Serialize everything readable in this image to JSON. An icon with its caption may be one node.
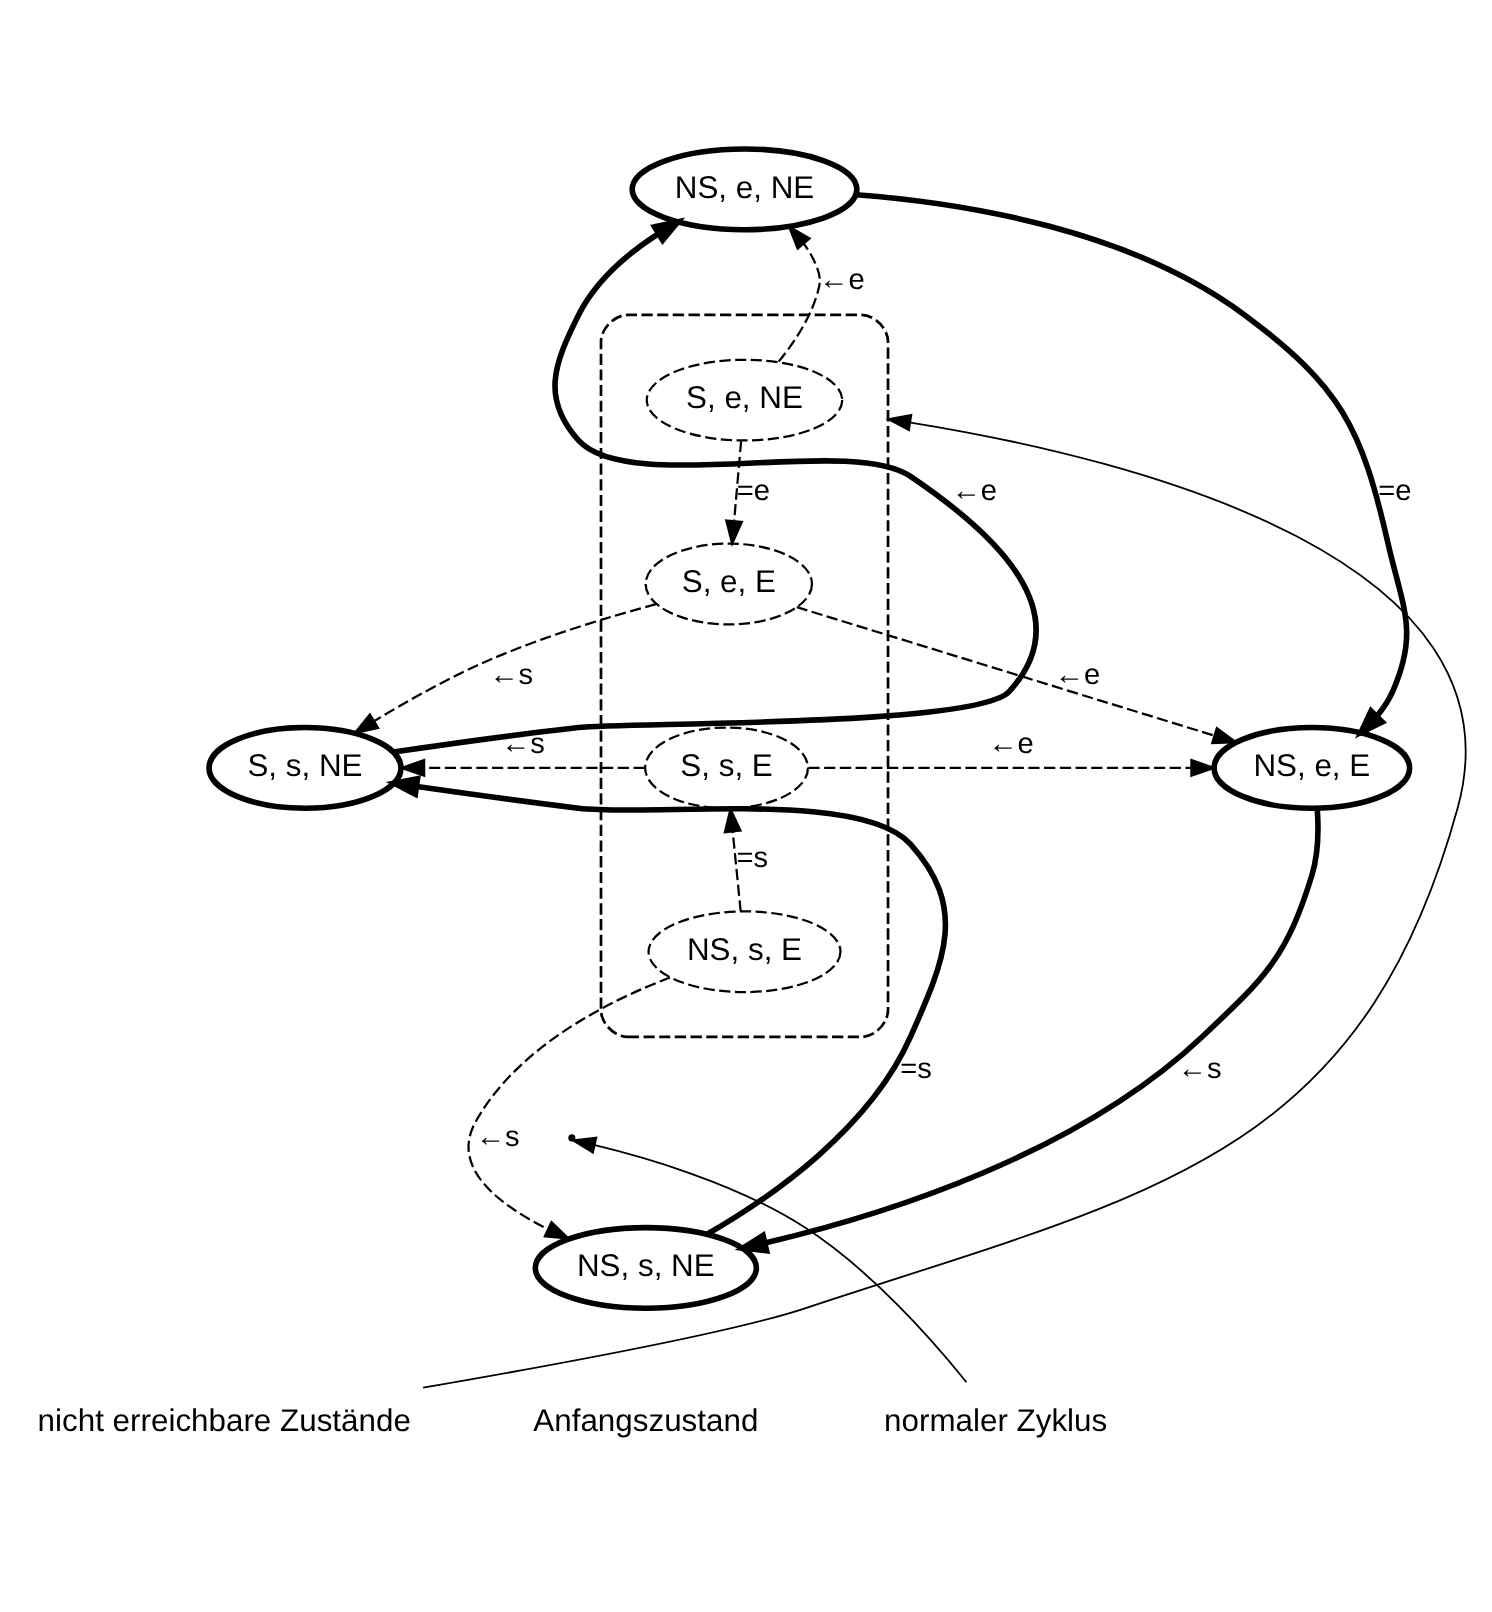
{
  "diagram": {
    "nodes": [
      {
        "text": [
          "NS, e, NE"
        ]
      },
      {
        "text": [
          "S, s, NE"
        ]
      },
      {
        "text": [
          "NS, e, E"
        ]
      },
      {
        "text": [
          "NS, s, NE"
        ],
        "beside": [
          "Anfangszustand"
        ]
      },
      {
        "text": [],
        "shape": "ellipse"
      },
      {
        "text": [
          "S, e, NE"
        ],
        "in": 4
      },
      {
        "text": [
          "S, e, E"
        ],
        "in": 4
      },
      {
        "text": [
          "S, s, E"
        ],
        "in": 4
      },
      {
        "text": [
          "NS, s, E"
        ],
        "in": 4
      },
      {
        "text": [
          "normaler Zyklus"
        ]
      },
      {
        "text": [
          "nicht erreichbare Zustände"
        ]
      }
    ],
    "edges": [
      {
        "from": 3,
        "to": 1,
        "arrow": "to",
        "label": "=s",
        "style": "thick"
      },
      {
        "from": 1,
        "to": 0,
        "arrow": "to",
        "label": "←e",
        "style": "thick"
      },
      {
        "from": 0,
        "to": 2,
        "arrow": "to",
        "label": "=e",
        "style": "thick"
      },
      {
        "from": 2,
        "to": 3,
        "arrow": "to",
        "label": "←s",
        "style": "thick"
      },
      {
        "from": 5,
        "to": 0,
        "arrow": "to",
        "label": "←e",
        "style": "dashed"
      },
      {
        "from": 5,
        "to": 6,
        "arrow": "to",
        "label": "=e",
        "style": "dashed"
      },
      {
        "from": 6,
        "to": 1,
        "arrow": "to",
        "label": "←s",
        "style": "dashed"
      },
      {
        "from": 6,
        "to": 2,
        "arrow": "to",
        "label": "←e",
        "style": "dashed"
      },
      {
        "from": 7,
        "to": 1,
        "arrow": "to",
        "label": "←s",
        "style": "dashed"
      },
      {
        "from": 7,
        "to": 2,
        "arrow": "to",
        "label": "←e",
        "style": "dashed"
      },
      {
        "from": 8,
        "to": 7,
        "arrow": "to",
        "label": "=s",
        "style": "dashed"
      },
      {
        "from": 8,
        "to": 3,
        "arrow": "to",
        "label": "←s",
        "style": "dashed"
      },
      {
        "from": 9,
        "to": null,
        "arrow": "to"
      },
      {
        "from": 10,
        "to": 4,
        "arrow": "to"
      }
    ]
  }
}
